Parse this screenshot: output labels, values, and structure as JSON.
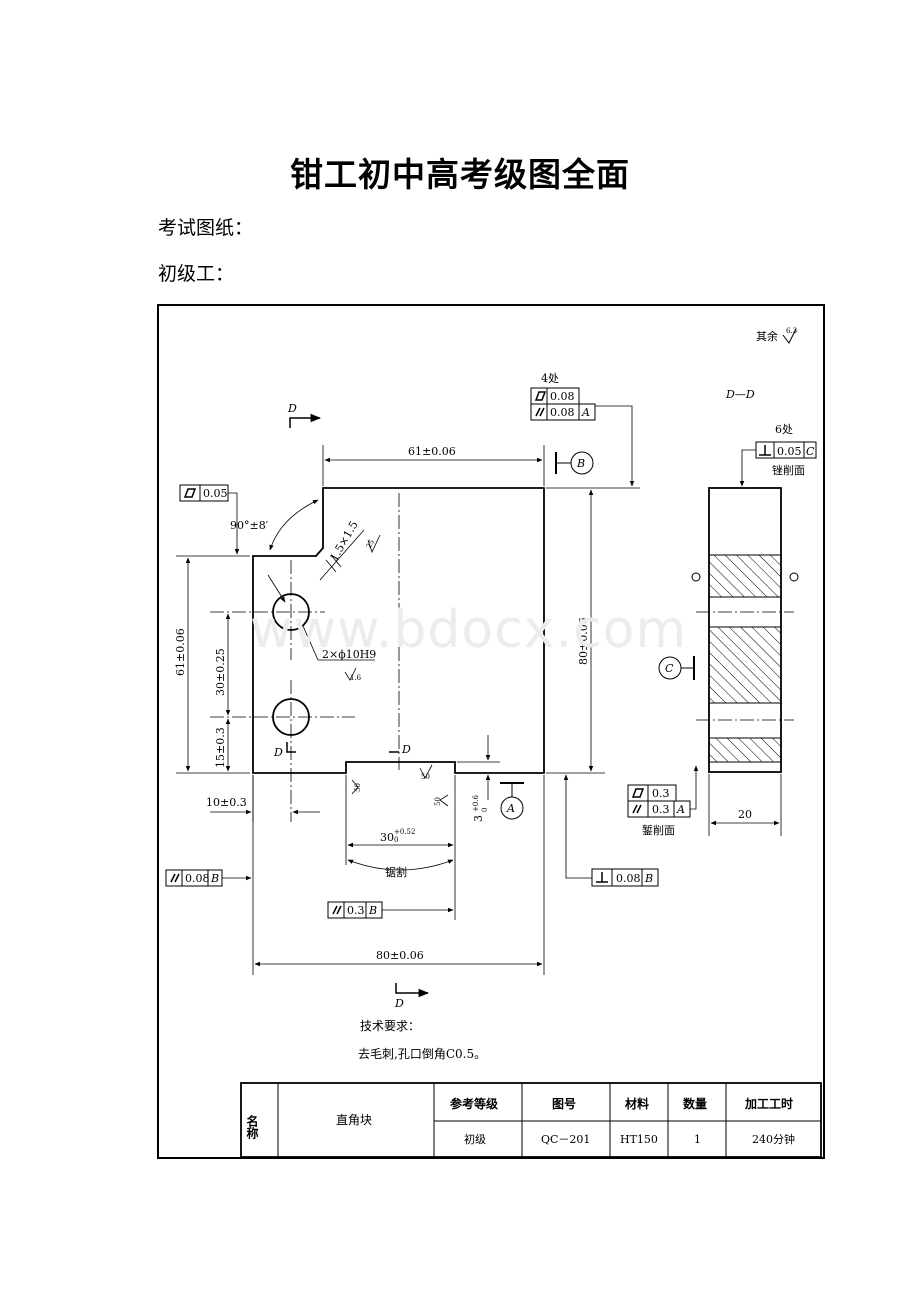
{
  "document": {
    "title": "钳工初中高考级图全面",
    "line1": "考试图纸：",
    "line2": "初级工："
  },
  "watermark": "www.bdocx.com",
  "drawing": {
    "roughness_note": "其余",
    "roughness_other": "6.3",
    "section_label": "D—D",
    "view_markers": {
      "top": "D",
      "bottom": "D",
      "left": "D",
      "mid": "D"
    },
    "datums": {
      "a": "A",
      "b": "B",
      "c": "C"
    },
    "dimensions": {
      "width_top": "61±0.06",
      "height_right": "80±0.06",
      "height_left": "61±0.06",
      "hole_spacing": "30±0.25",
      "hole_bottom": "15±0.3",
      "hole_left": "10±0.3",
      "width_bottom": "80±0.06",
      "slot_width": "30",
      "slot_width_tol": "+0.52",
      "slot_width_tol_low": "0",
      "slot_depth": "3",
      "slot_depth_tol": "+0.6",
      "slot_depth_tol_low": "0",
      "angle": "90°±8′",
      "chamfer": "1.5×1.5",
      "holes": "2×ϕ10H9",
      "section_width": "20"
    },
    "roughness": {
      "chamfer": "25",
      "holes": "1.6",
      "slot_bottom": "50",
      "slot_left": "50",
      "slot_right": "50"
    },
    "gdt": {
      "flat_4": {
        "count": "4处",
        "value": "0.08"
      },
      "parallel_4": {
        "value": "0.08",
        "datum": "A"
      },
      "flat_left": {
        "value": "0.05"
      },
      "perp_6": {
        "count": "6处",
        "value": "0.05",
        "datum": "C"
      },
      "flat_section": {
        "value": "0.3"
      },
      "parallel_section": {
        "value": "0.3",
        "datum": "A"
      },
      "parallel_left": {
        "value": "0.08",
        "datum": "B"
      },
      "parallel_slot": {
        "value": "0.3",
        "datum": "B"
      },
      "perp_right": {
        "value": "0.08",
        "datum": "B"
      }
    },
    "labels": {
      "file_surface": "锉削面",
      "chisel_surface": "錾削面",
      "saw_cut": "锯割"
    },
    "tech_req_title": "技术要求：",
    "tech_req_text": "去毛刺,孔口倒角C0.5。",
    "title_block": {
      "name_label": "名称",
      "name_value": "直角块",
      "headers": [
        "参考等级",
        "图号",
        "材料",
        "数量",
        "加工工时"
      ],
      "values": [
        "初级",
        "QC－201",
        "HT150",
        "1",
        "240分钟"
      ]
    }
  }
}
